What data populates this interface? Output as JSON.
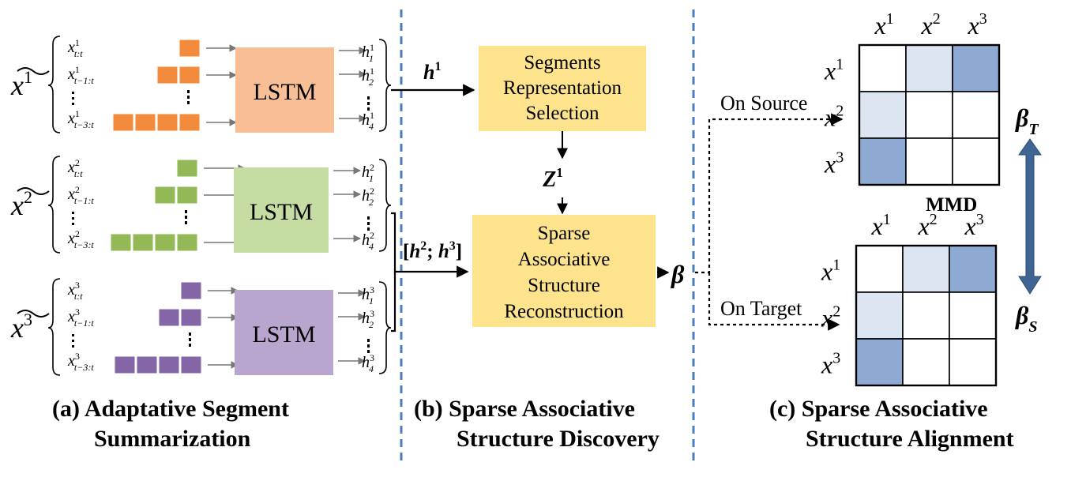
{
  "colors": {
    "orange": "#F28B3C",
    "orange_lstm": "#F8BE96",
    "green": "#93B957",
    "green_lstm": "#C5DCA2",
    "purple": "#8466A6",
    "purple_lstm": "#B8A6CF",
    "yellow_box": "#FDE38C",
    "divider": "#4A7DBA",
    "cell_dark": "#8FAAD2",
    "cell_light": "#DCE5F1",
    "double_arrow": "#3F6595"
  },
  "panel_a": {
    "caption_line1": "(a)  Adaptative Segment",
    "caption_line2": "Summarization",
    "rows": [
      {
        "input_base": "x",
        "input_superscript": "1",
        "segments": [
          {
            "base": "x",
            "sup": "1",
            "sub": "t:t"
          },
          {
            "base": "x",
            "sup": "1",
            "sub": "t−1:t"
          },
          {
            "base": "x",
            "sup": "1",
            "sub": "t−3:t"
          }
        ],
        "lstm_label": "LSTM",
        "outputs": [
          {
            "base": "h",
            "sup": "1",
            "sub": "1"
          },
          {
            "base": "h",
            "sup": "1",
            "sub": "2"
          },
          {
            "base": "h",
            "sup": "1",
            "sub": "4"
          }
        ]
      },
      {
        "input_base": "x",
        "input_superscript": "2",
        "segments": [
          {
            "base": "x",
            "sup": "2",
            "sub": "t:t"
          },
          {
            "base": "x",
            "sup": "2",
            "sub": "t−1:t"
          },
          {
            "base": "x",
            "sup": "2",
            "sub": "t−3:t"
          }
        ],
        "lstm_label": "LSTM",
        "outputs": [
          {
            "base": "h",
            "sup": "2",
            "sub": "1"
          },
          {
            "base": "h",
            "sup": "2",
            "sub": "2"
          },
          {
            "base": "h",
            "sup": "2",
            "sub": "4"
          }
        ]
      },
      {
        "input_base": "x",
        "input_superscript": "3",
        "segments": [
          {
            "base": "x",
            "sup": "3",
            "sub": "t:t"
          },
          {
            "base": "x",
            "sup": "3",
            "sub": "t−1:t"
          },
          {
            "base": "x",
            "sup": "3",
            "sub": "t−3:t"
          }
        ],
        "lstm_label": "LSTM",
        "outputs": [
          {
            "base": "h",
            "sup": "3",
            "sub": "1"
          },
          {
            "base": "h",
            "sup": "3",
            "sub": "2"
          },
          {
            "base": "h",
            "sup": "3",
            "sub": "4"
          }
        ]
      }
    ]
  },
  "panel_b": {
    "caption_line1": "(b)  Sparse Associative",
    "caption_line2": "Structure Discovery",
    "box_top": [
      "Segments",
      "Representation",
      "Selection"
    ],
    "box_bottom": [
      "Sparse",
      "Associative",
      "Structure",
      "Reconstruction"
    ],
    "h1_label_base": "h",
    "h1_label_sup": "1",
    "z_label_base": "Z",
    "z_label_sup": "1",
    "h23_open": "[",
    "h23_a_base": "h",
    "h23_a_sup": "2",
    "h23_sep": "; ",
    "h23_b_base": "h",
    "h23_b_sup": "3",
    "h23_close": "]",
    "beta": "β"
  },
  "panel_c": {
    "caption_line1": "(c)  Sparse Associative",
    "caption_line2": "Structure Alignment",
    "on_source": "On Source",
    "on_target": "On Target",
    "mmd": "MMD",
    "beta_t_base": "β",
    "beta_t_sub": "T",
    "beta_s_base": "β",
    "beta_s_sub": "S",
    "matrix_labels": [
      {
        "base": "x",
        "sup": "1"
      },
      {
        "base": "x",
        "sup": "2"
      },
      {
        "base": "x",
        "sup": "3"
      }
    ],
    "source_matrix": [
      [
        "none",
        "light",
        "dark"
      ],
      [
        "light",
        "none",
        "none"
      ],
      [
        "dark",
        "none",
        "none"
      ]
    ],
    "target_matrix": [
      [
        "none",
        "light",
        "dark"
      ],
      [
        "light",
        "none",
        "none"
      ],
      [
        "dark",
        "none",
        "none"
      ]
    ]
  }
}
